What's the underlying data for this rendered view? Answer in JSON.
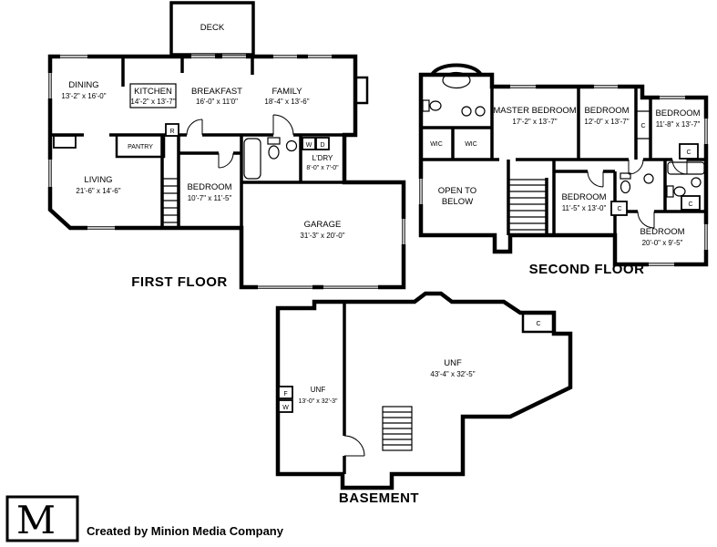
{
  "colors": {
    "wall": "#000000",
    "background": "#ffffff",
    "text": "#000000"
  },
  "first_floor": {
    "title": "FIRST FLOOR",
    "rooms": {
      "deck": {
        "name": "DECK"
      },
      "dining": {
        "name": "DINING",
        "dims": "13'-2\" x 16'-0\""
      },
      "kitchen": {
        "name": "KITCHEN",
        "dims": "14'-2\" x 13'-7\""
      },
      "breakfast": {
        "name": "BREAKFAST",
        "dims": "16'-0\" x 11'0\""
      },
      "family": {
        "name": "FAMILY",
        "dims": "18'-4\" x 13'-6\""
      },
      "pantry": {
        "name": "PANTRY"
      },
      "living": {
        "name": "LIVING",
        "dims": "21'-6\" x 14'-6\""
      },
      "bedroom": {
        "name": "BEDROOM",
        "dims": "10'-7\" x 11'-5\""
      },
      "laundry": {
        "name": "L'DRY",
        "dims": "8'-0\" x 7'-0\""
      },
      "garage": {
        "name": "GARAGE",
        "dims": "31'-3\" x 20'-0\""
      }
    },
    "labels": {
      "washer": "W",
      "dryer": "D",
      "fridge": "R"
    }
  },
  "second_floor": {
    "title": "SECOND FLOOR",
    "rooms": {
      "master_bedroom": {
        "name": "MASTER BEDROOM",
        "dims": "17'-2\" x 13'-7\""
      },
      "bedroom_2": {
        "name": "BEDROOM",
        "dims": "12'-0\" x 13'-7\""
      },
      "bedroom_3": {
        "name": "BEDROOM",
        "dims": "11'-8\" x 13'-7\""
      },
      "bedroom_4": {
        "name": "BEDROOM",
        "dims": "11'-5\" x 13'-0\""
      },
      "bedroom_5": {
        "name": "BEDROOM",
        "dims": "20'-0\" x 9'-5\""
      },
      "open_to_below": {
        "line1": "OPEN TO",
        "line2": "BELOW"
      },
      "wic": {
        "name": "WIC"
      }
    },
    "labels": {
      "closet": "C"
    }
  },
  "basement": {
    "title": "BASEMENT",
    "rooms": {
      "unf_left": {
        "name": "UNF",
        "dims": "13'-0\" x 32'-3\""
      },
      "unf_main": {
        "name": "UNF",
        "dims": "43'-4\" x 32'-5\""
      }
    },
    "labels": {
      "furnace": "F",
      "water_heater": "W",
      "closet": "C"
    }
  },
  "footer": {
    "logo_letter": "M",
    "credit": "Created by Minion Media Company"
  }
}
